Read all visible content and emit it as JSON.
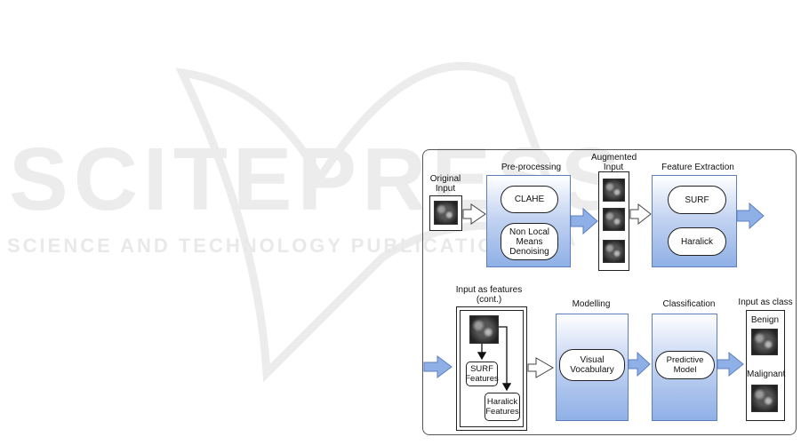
{
  "watermark": {
    "main": "SCITEPRESS",
    "sub": "SCIENCE AND TECHNOLOGY PUBLICATIONS"
  },
  "stages": {
    "original_input": "Original\nInput",
    "preprocessing": {
      "title": "Pre-processing",
      "clahe": "CLAHE",
      "nlm": "Non Local\nMeans\nDenoising"
    },
    "augmented_input": "Augmented\nInput",
    "feature_extraction": {
      "title": "Feature Extraction",
      "surf": "SURF",
      "haralick": "Haralick"
    },
    "input_as_features": "Input as features\n(cont.)",
    "surf_features": "SURF\nFeatures",
    "haralick_features": "Haralick\nFeatures",
    "modelling": {
      "title": "Modelling",
      "visual_vocab": "Visual\nVocabulary"
    },
    "classification": {
      "title": "Classification",
      "predictive_model": "Predictive Model"
    },
    "input_as_class": {
      "title": "Input as class",
      "benign": "Benign",
      "malignant": "Malignant"
    }
  },
  "colors": {
    "box_border": "#5d7fc0",
    "box_fill_bottom": "#8fb0e6",
    "arrow_fill": "#8fb0e6",
    "watermark": "#ececec"
  }
}
